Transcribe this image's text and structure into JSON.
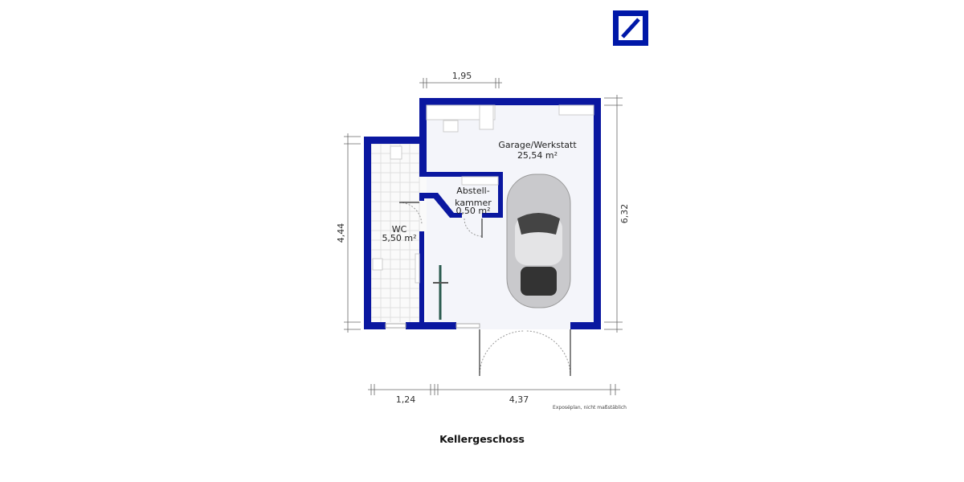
{
  "logo": {
    "name": "Deutsche Bank logo",
    "color": "#0018a8"
  },
  "wall_color": "#0a17a0",
  "floor_color": "#f4f5fa",
  "rooms": [
    {
      "name": "Garage/Werkstatt",
      "area": "25,54 m²"
    },
    {
      "name": "WC",
      "area": "5,50 m²"
    },
    {
      "name_line1": "Abstell-",
      "name_line2": "kammer",
      "area": "0,50 m²"
    }
  ],
  "dimensions": {
    "top": "1,95",
    "right": "6,32",
    "left": "4,44",
    "bottom_left": "1,24",
    "bottom_right": "4,37"
  },
  "note": "Exposéplan, nicht maßstäblich",
  "floor_title": "Kellergeschoss"
}
